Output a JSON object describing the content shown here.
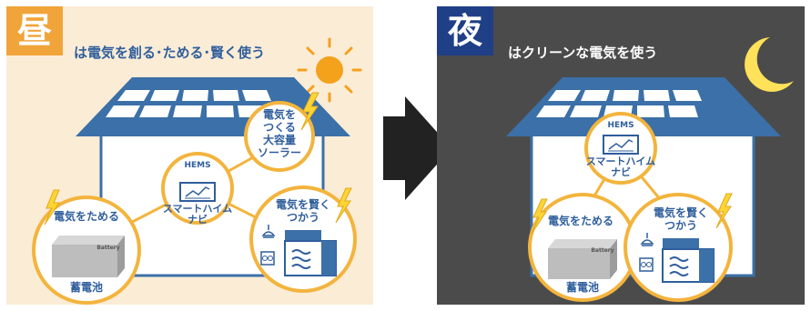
{
  "colors": {
    "day_bg": "#fbecd6",
    "night_bg": "#4b4b4b",
    "day_badge": "#f1a43a",
    "night_badge": "#1f3f86",
    "roof": "#3b70a8",
    "wall_line": "#3b70a8",
    "circle_fill": "#ffffff",
    "circle_border": "#f3b43d",
    "text_blue": "#2f5e9c",
    "text_brown": "#7a4a14",
    "sun": "#f4a11c",
    "moon": "#ffe15a",
    "bolt": "#fcd535",
    "arrow": "#222222"
  },
  "day": {
    "badge": "昼",
    "heading": "は電気を創る･ためる･賢く使う",
    "hems_small": "HEMS",
    "hems_label_1": "スマートハイム",
    "hems_label_2": "ナビ",
    "create_label_1": "電気を",
    "create_label_2": "つくる",
    "create_label_3": "大容量",
    "create_label_4": "ソーラー",
    "store_label": "電気をためる",
    "battery_label": "蓄電池",
    "battery_brand": "Battery",
    "use_label_1": "電気を賢く",
    "use_label_2": "つかう"
  },
  "night": {
    "badge": "夜",
    "heading": "はクリーンな電気を使う",
    "hems_small": "HEMS",
    "hems_label_1": "スマートハイム",
    "hems_label_2": "ナビ",
    "store_label": "電気をためる",
    "battery_label": "蓄電池",
    "battery_brand": "Battery",
    "use_label_1": "電気を賢く",
    "use_label_2": "つかう"
  },
  "icons": [
    "sun-icon",
    "moon-icon",
    "solar-panel-roof-icon",
    "lightning-bolt-icon",
    "battery-icon",
    "lamp-icon",
    "air-conditioner-icon",
    "appliance-icon",
    "right-arrow-icon",
    "hems-monitor-icon"
  ]
}
